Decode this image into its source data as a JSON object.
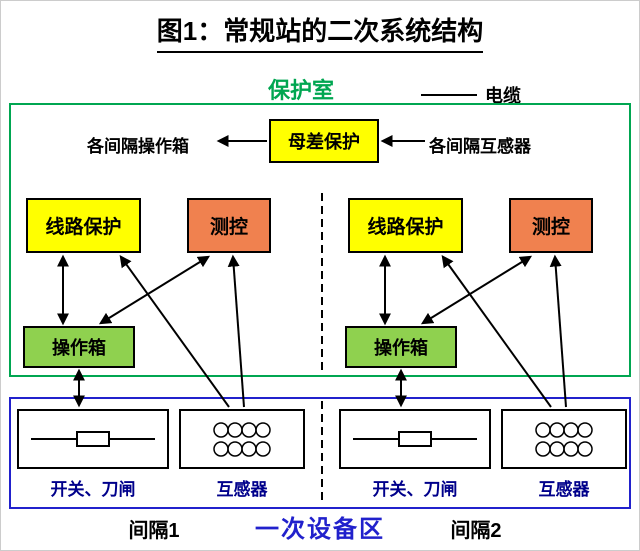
{
  "title": "图1：常规站的二次系统结构",
  "protection_room": {
    "label": "保护室",
    "busbar_protection_label": "母差保护",
    "left_annotation": "各间隔操作箱",
    "right_annotation": "各间隔互感器"
  },
  "cable_legend": {
    "label": "电缆"
  },
  "bays": [
    {
      "line_protection_label": "线路保护",
      "measure_control_label": "测控",
      "operation_box_label": "操作箱",
      "switch_label": "开关、刀闸",
      "transformer_label": "互感器",
      "bay_label": "间隔1"
    },
    {
      "line_protection_label": "线路保护",
      "measure_control_label": "测控",
      "operation_box_label": "操作箱",
      "switch_label": "开关、刀闸",
      "transformer_label": "互感器",
      "bay_label": "间隔2"
    }
  ],
  "primary_area": {
    "label": "一次设备区"
  },
  "colors": {
    "protection_room_border": "#00a651",
    "room_label_text": "#00a651",
    "busbar_protection_fill": "#ffff00",
    "line_protection_fill": "#ffff00",
    "measure_control_fill": "#f0814f",
    "operation_box_fill": "#8fd14f",
    "primary_area_border": "#2121cc",
    "primary_area_text": "#2121cc",
    "device_label_text": "#00008b",
    "arrow_color": "#000000"
  }
}
